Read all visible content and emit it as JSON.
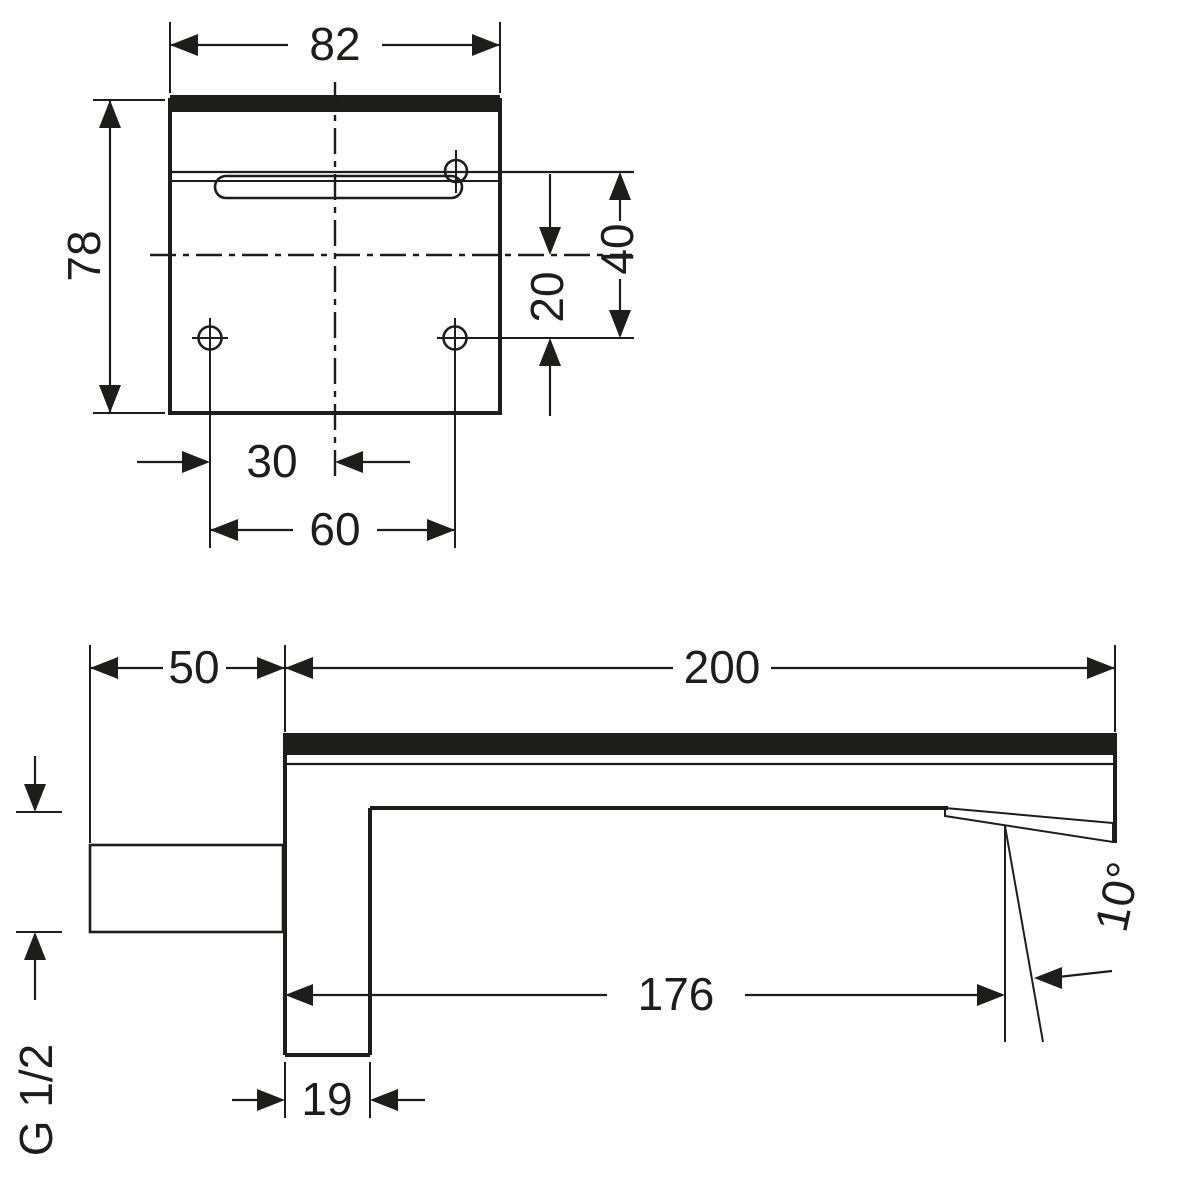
{
  "page": {
    "background": "#ffffff",
    "line_color": "#1d1d1b"
  },
  "front_view": {
    "dims": {
      "width": "82",
      "height": "78",
      "hole_to_center": "30",
      "hole_spacing": "60",
      "center_to_holes": "20",
      "outlet_to_holes": "40"
    }
  },
  "side_view": {
    "dims": {
      "wall_depth": "50",
      "spout_length": "200",
      "outlet_projection": "176",
      "body_width": "19",
      "outlet_angle": "10°",
      "thread": "G 1/2"
    }
  }
}
